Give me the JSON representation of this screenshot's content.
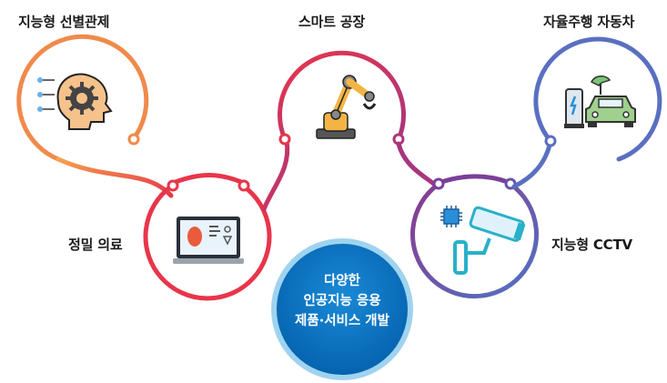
{
  "title_top": {
    "left": "지능형 선별관제",
    "middle": "스마트 공장",
    "right": "자율주행 자동차"
  },
  "side_labels": {
    "left": "정밀 의료",
    "right": "지능형 CCTV"
  },
  "center": {
    "line1": "다양한",
    "line2": "인공지능 응용",
    "line3": "제품·서비스 개발"
  },
  "colors": {
    "orange": "#f08a4b",
    "red": "#e8354a",
    "magenta": "#c1357a",
    "purple": "#7a3f9a",
    "blue": "#5a6fc0",
    "center_fill": "#0a73c4",
    "center_ring": "#9fd3ef"
  },
  "icons": [
    "ai-brain-gear-icon",
    "medical-laptop-icon",
    "robot-arm-icon",
    "cctv-chip-icon",
    "electric-car-icon"
  ]
}
